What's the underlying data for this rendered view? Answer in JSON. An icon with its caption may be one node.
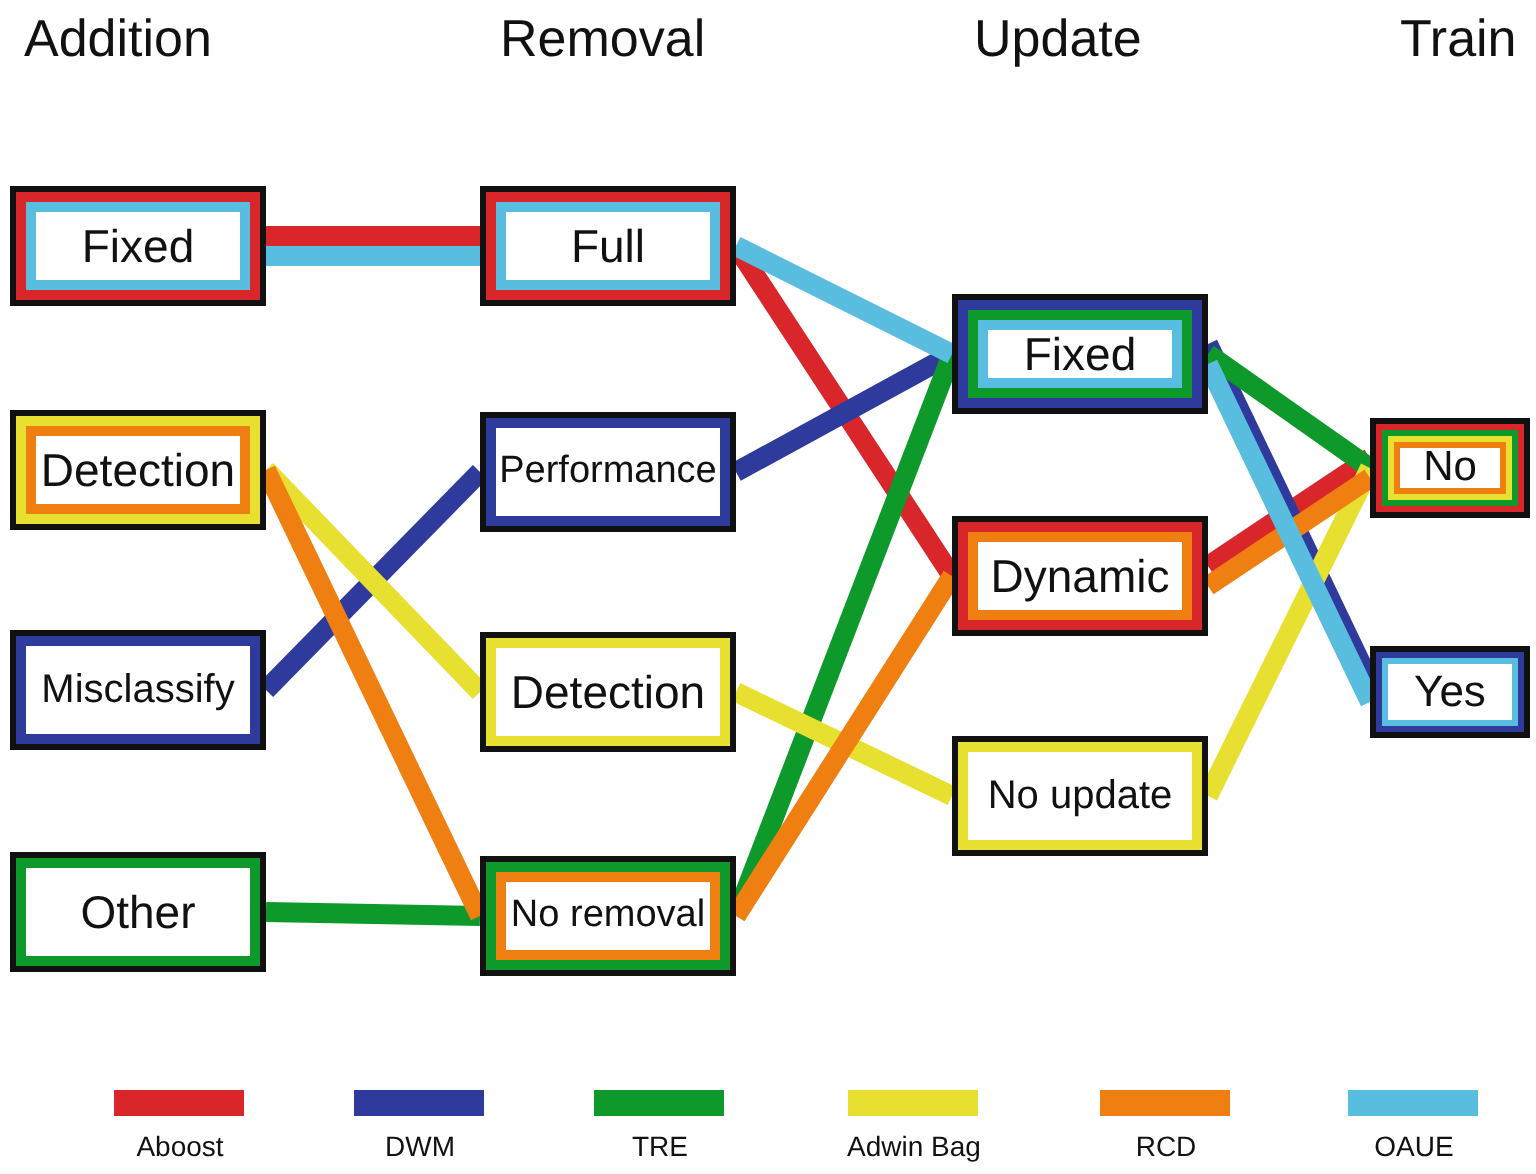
{
  "diagram": {
    "nodes": [
      {
        "text": [
          "Fixed"
        ]
      },
      {
        "text": [
          "Detection"
        ]
      },
      {
        "text": [
          "Misclassify"
        ]
      },
      {
        "text": [
          "Other"
        ]
      },
      {
        "text": [
          "Full"
        ]
      },
      {
        "text": [
          "Performance"
        ]
      },
      {
        "text": [
          "Detection"
        ]
      },
      {
        "text": [
          "No removal"
        ]
      },
      {
        "text": [
          "Fixed"
        ]
      },
      {
        "text": [
          "Dynamic"
        ]
      },
      {
        "text": [
          "No update"
        ]
      },
      {
        "text": [
          "No"
        ]
      },
      {
        "text": [
          "Yes"
        ]
      }
    ],
    "edges": [
      {
        "from": 0,
        "to": 4,
        "arrow": "none",
        "color": "#d9262a"
      },
      {
        "from": 4,
        "to": 9,
        "arrow": "none",
        "color": "#d9262a"
      },
      {
        "from": 9,
        "to": 11,
        "arrow": "none",
        "color": "#d9262a"
      },
      {
        "from": 2,
        "to": 5,
        "arrow": "none",
        "color": "#2e3a9c"
      },
      {
        "from": 5,
        "to": 8,
        "arrow": "none",
        "color": "#2e3a9c"
      },
      {
        "from": 8,
        "to": 12,
        "arrow": "none",
        "color": "#2e3a9c"
      },
      {
        "from": 3,
        "to": 7,
        "arrow": "none",
        "color": "#0d9a2a"
      },
      {
        "from": 7,
        "to": 8,
        "arrow": "none",
        "color": "#0d9a2a"
      },
      {
        "from": 8,
        "to": 11,
        "arrow": "none",
        "color": "#0d9a2a"
      },
      {
        "from": 1,
        "to": 6,
        "arrow": "none",
        "color": "#e8e030"
      },
      {
        "from": 6,
        "to": 10,
        "arrow": "none",
        "color": "#e8e030"
      },
      {
        "from": 10,
        "to": 11,
        "arrow": "none",
        "color": "#e8e030"
      },
      {
        "from": 1,
        "to": 7,
        "arrow": "none",
        "color": "#f07f12"
      },
      {
        "from": 7,
        "to": 9,
        "arrow": "none",
        "color": "#f07f12"
      },
      {
        "from": 9,
        "to": 11,
        "arrow": "none",
        "color": "#f07f12"
      },
      {
        "from": 0,
        "to": 4,
        "arrow": "none",
        "color": "#59bde0"
      },
      {
        "from": 4,
        "to": 8,
        "arrow": "none",
        "color": "#59bde0"
      },
      {
        "from": 8,
        "to": 12,
        "arrow": "none",
        "color": "#59bde0"
      }
    ],
    "labels": [
      "Addition",
      "Removal",
      "Update",
      "Train"
    ],
    "legend": [
      {
        "text": "Aboost",
        "color": "#d9262a"
      },
      {
        "text": "DWM",
        "color": "#2e3a9c"
      },
      {
        "text": "TRE",
        "color": "#0d9a2a"
      },
      {
        "text": "Adwin Bag",
        "color": "#e8e030"
      },
      {
        "text": "RCD",
        "color": "#f07f12"
      },
      {
        "text": "OAUE",
        "color": "#59bde0"
      }
    ]
  }
}
